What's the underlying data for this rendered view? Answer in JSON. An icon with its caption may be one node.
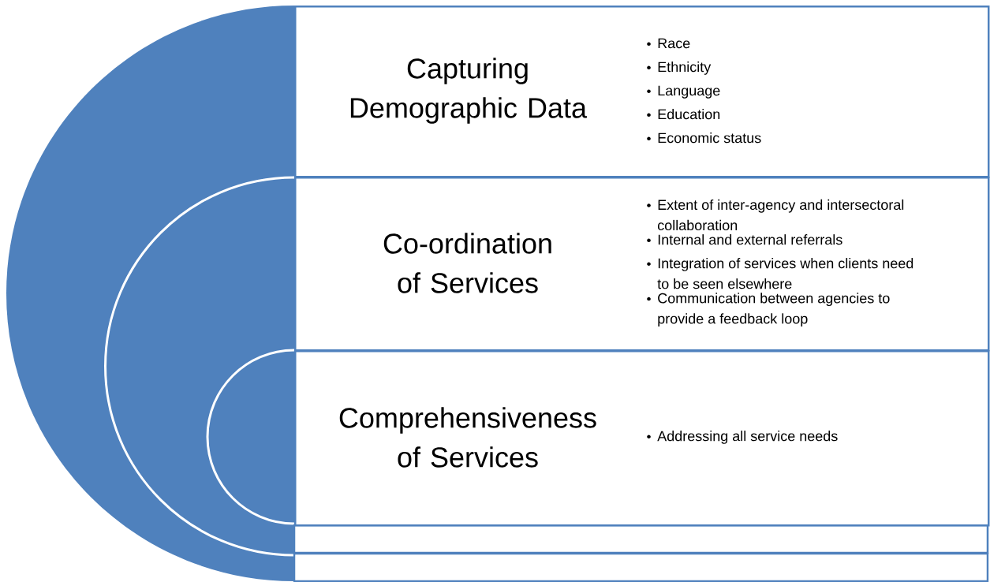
{
  "diagram": {
    "nodes": [
      {
        "text": [
          "Capturing Demographic Data",
          "Race",
          "Ethnicity",
          "Language",
          "Education",
          "Economic status"
        ]
      },
      {
        "text": [
          "Co-ordination of Services",
          "Extent of inter-agency and intersectoral collaboration",
          "Internal and external referrals",
          "Integration of services when clients need to be seen elsewhere",
          "Communication between agencies to provide a feedback loop"
        ]
      },
      {
        "text": [
          "Comprehensiveness of Services",
          "Addressing all  service needs"
        ]
      }
    ]
  }
}
